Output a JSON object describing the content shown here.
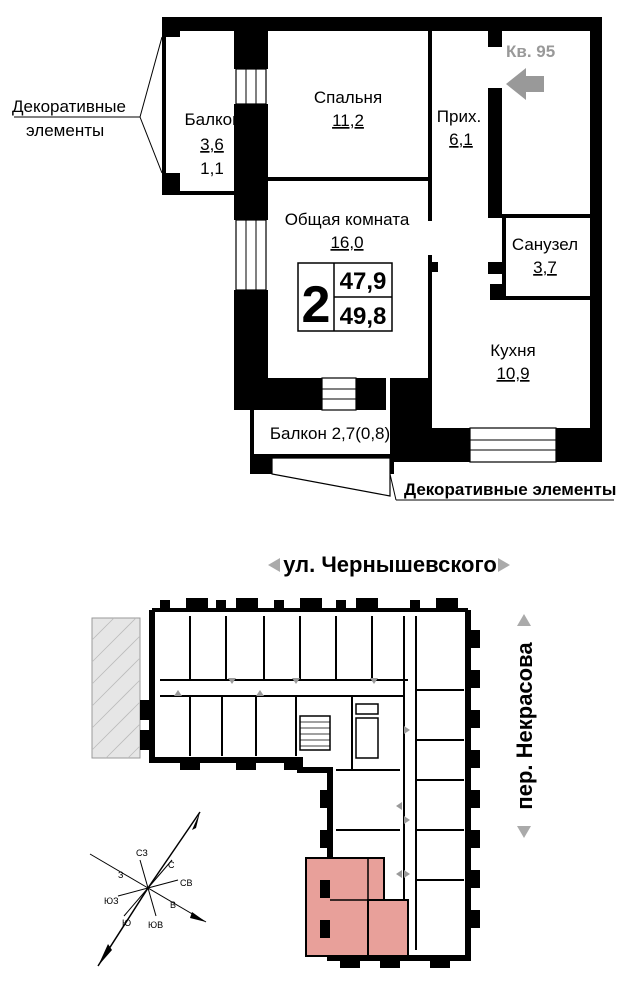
{
  "apartment": {
    "number_label": "Кв. 95",
    "rooms_count": "2",
    "living_area": "47,9",
    "total_area": "49,8"
  },
  "rooms": {
    "bedroom": {
      "name": "Спальня",
      "area": "11,2"
    },
    "hall": {
      "name": "Прих.",
      "area": "6,1"
    },
    "balcony_left": {
      "name": "Балкон",
      "area": "3,6",
      "reduced": "1,1"
    },
    "living_room": {
      "name": "Общая комната",
      "area": "16,0"
    },
    "bathroom": {
      "name": "Санузел",
      "area": "3,7"
    },
    "kitchen": {
      "name": "Кухня",
      "area": "10,9"
    },
    "balcony_bottom": {
      "name": "Балкон 2,7(0,8)"
    }
  },
  "annotations": {
    "decor_left_1": "Декоративные",
    "decor_left_2": "элементы",
    "decor_bottom": "Декоративные элементы"
  },
  "floor_plan": {
    "street_top": "ул. Чернышевского",
    "street_right": "пер. Некрасова",
    "highlight_color": "#e8a09a"
  },
  "compass": {
    "n": "С",
    "ne": "СВ",
    "e": "В",
    "se": "ЮВ",
    "s": "Ю",
    "sw": "ЮЗ",
    "w": "З",
    "nw": "СЗ"
  }
}
